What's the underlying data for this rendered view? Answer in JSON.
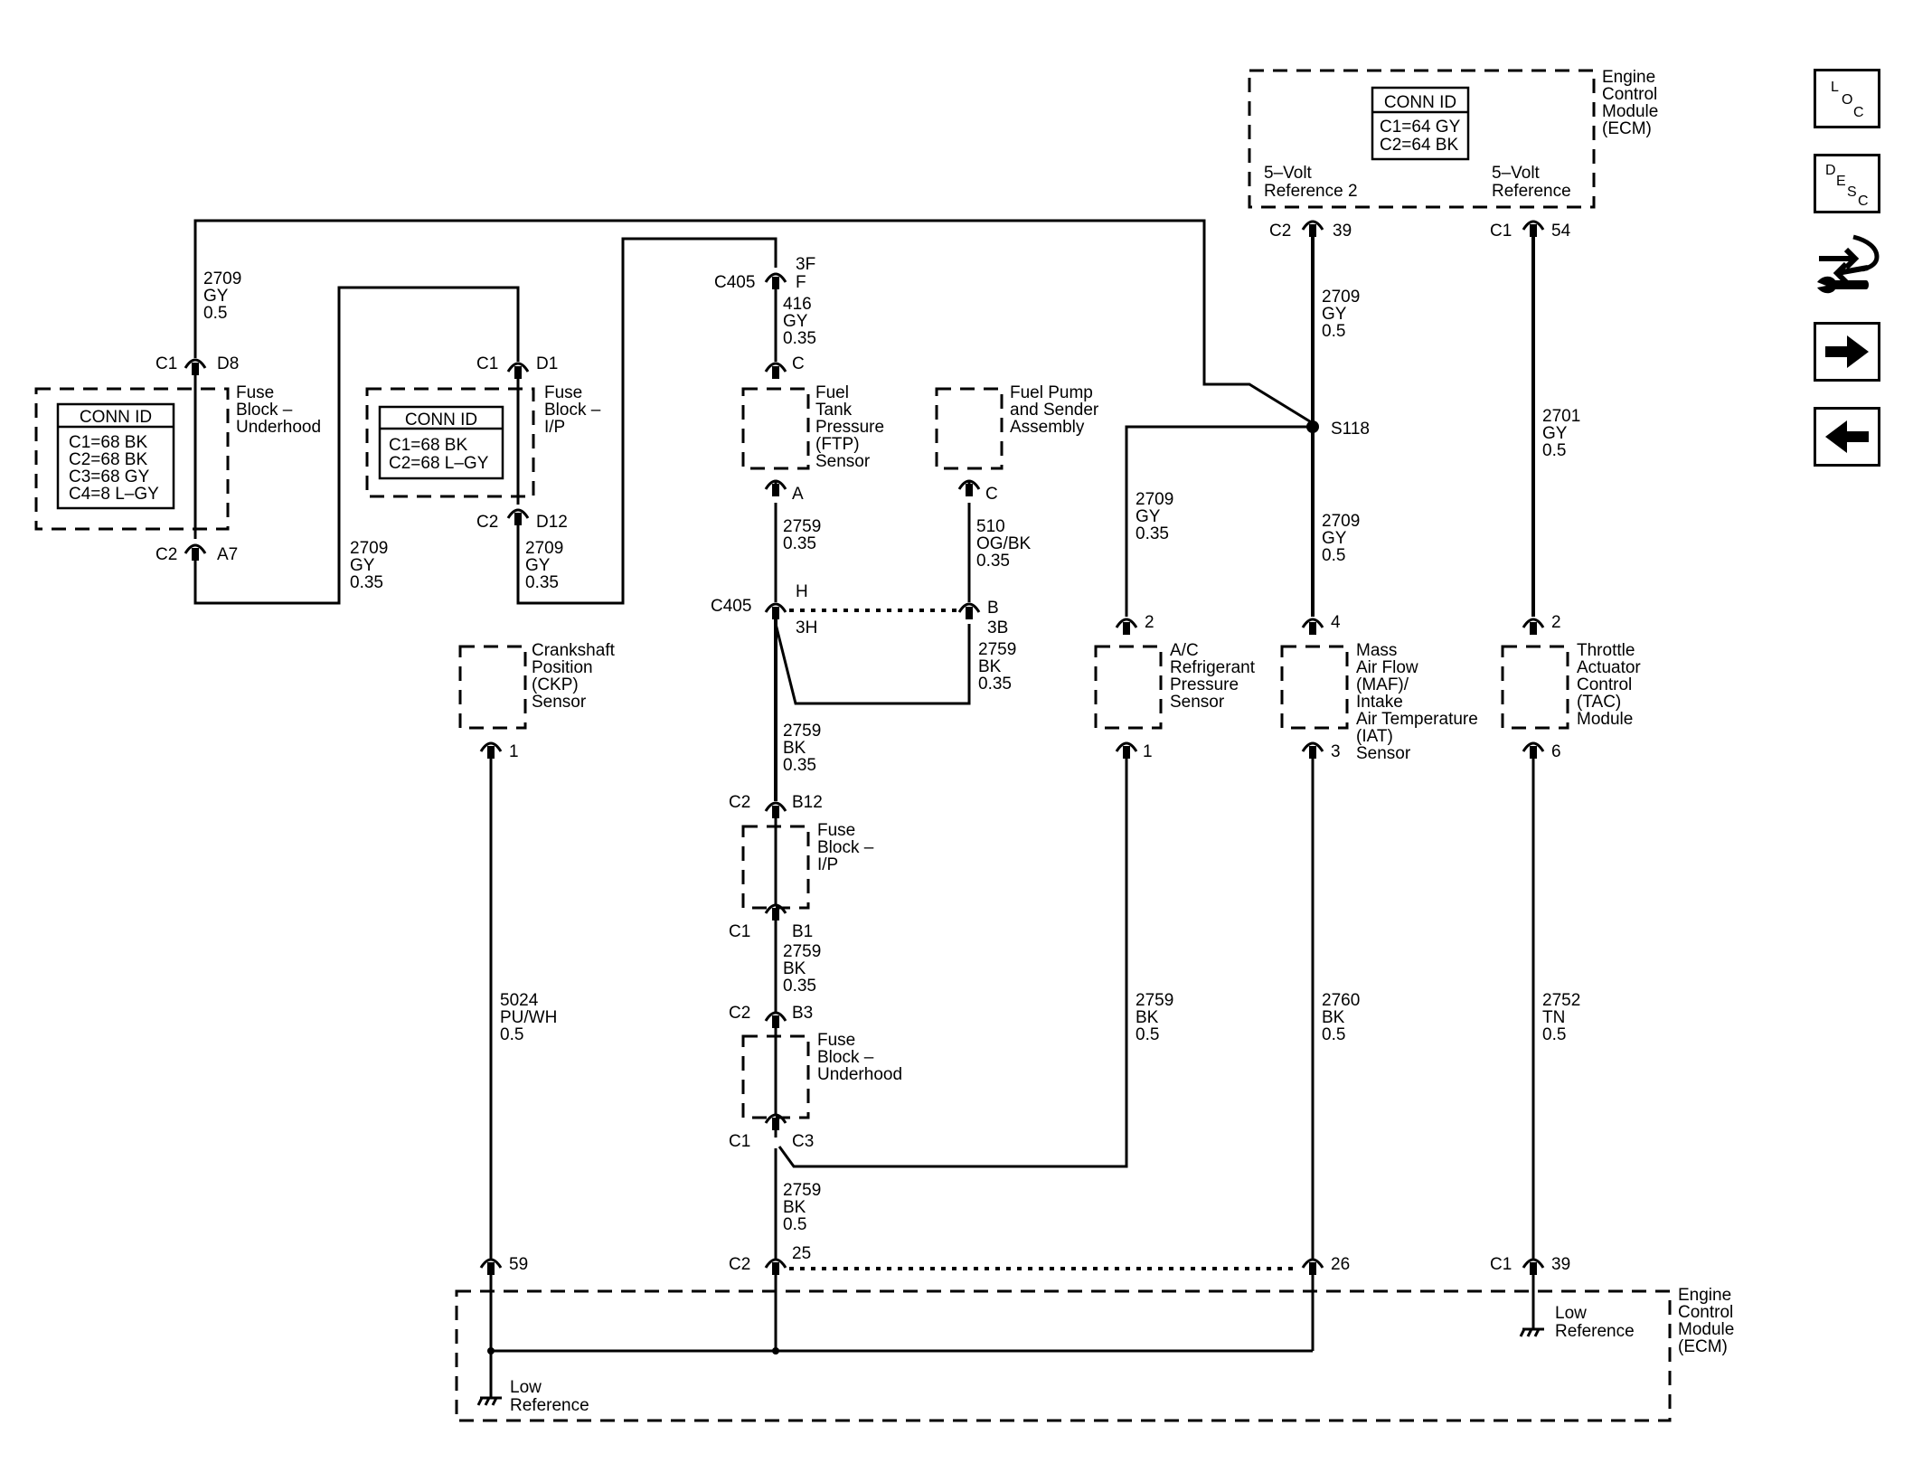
{
  "ecm_top": {
    "title": [
      "Engine",
      "Control",
      "Module",
      "(ECM)"
    ],
    "conn_id": {
      "heading": "CONN ID",
      "rows": [
        "C1=64 GY",
        "C2=64 BK"
      ]
    },
    "ref2": [
      "5–Volt",
      "Reference 2"
    ],
    "ref1": [
      "5–Volt",
      "Reference"
    ]
  },
  "ecm_bottom": {
    "title": [
      "Engine",
      "Control",
      "Module",
      "(ECM)"
    ],
    "low_ref": [
      "Low",
      "Reference"
    ]
  },
  "fuse_block_underhood": {
    "title": [
      "Fuse",
      "Block –",
      "Underhood"
    ],
    "conn_id": {
      "heading": "CONN ID",
      "rows": [
        "C1=68 BK",
        "C2=68 BK",
        "C3=68 GY",
        "C4=8 L–GY"
      ]
    }
  },
  "fuse_block_ip": {
    "title": [
      "Fuse",
      "Block –",
      "I/P"
    ],
    "conn_id": {
      "heading": "CONN ID",
      "rows": [
        "C1=68 BK",
        "C2=68 L–GY"
      ]
    }
  },
  "components": {
    "ftp": [
      "Fuel",
      "Tank",
      "Pressure",
      "(FTP)",
      "Sensor"
    ],
    "pump": [
      "Fuel Pump",
      "and Sender",
      "Assembly"
    ],
    "ckp": [
      "Crankshaft",
      "Position",
      "(CKP)",
      "Sensor"
    ],
    "ac": [
      "A/C",
      "Refrigerant",
      "Pressure",
      "Sensor"
    ],
    "maf": [
      "Mass",
      "Air Flow",
      "(MAF)/",
      "Intake",
      "Air Temperature",
      "(IAT)",
      "Sensor"
    ],
    "tac": [
      "Throttle",
      "Actuator",
      "Control",
      "(TAC)",
      "Module"
    ],
    "fb_ip_lower": [
      "Fuse",
      "Block –",
      "I/P"
    ],
    "fb_uh_lower": [
      "Fuse",
      "Block –",
      "Underhood"
    ]
  },
  "splice": "S118",
  "wires": {
    "w1": [
      "2709",
      "GY",
      "0.5"
    ],
    "w2": [
      "2709",
      "GY",
      "0.35"
    ],
    "w3": [
      "2709",
      "GY",
      "0.35"
    ],
    "w4": [
      "416",
      "GY",
      "0.35"
    ],
    "w5": [
      "2709",
      "GY",
      "0.5"
    ],
    "w6": [
      "2701",
      "GY",
      "0.5"
    ],
    "w7": [
      "2709",
      "GY",
      "0.35"
    ],
    "w8": [
      "2709",
      "GY",
      "0.5"
    ],
    "w9": [
      "2759",
      "0.35"
    ],
    "w10": [
      "510",
      "OG/BK",
      "0.35"
    ],
    "w11": [
      "2759",
      "BK",
      "0.35"
    ],
    "w12": [
      "2759",
      "BK",
      "0.35"
    ],
    "w13": [
      "2759",
      "BK",
      "0.35"
    ],
    "w14": [
      "5024",
      "PU/WH",
      "0.5"
    ],
    "w15": [
      "2759",
      "BK",
      "0.5"
    ],
    "w16": [
      "2760",
      "BK",
      "0.5"
    ],
    "w17": [
      "2752",
      "TN",
      "0.5"
    ],
    "w18": [
      "2759",
      "BK",
      "0.5"
    ]
  },
  "pins": {
    "c1_d8": [
      "C1",
      "D8"
    ],
    "c2_a7": [
      "C2",
      "A7"
    ],
    "c1_d1": [
      "C1",
      "D1"
    ],
    "c2_d12": [
      "C2",
      "D12"
    ],
    "c405_3f": [
      "C405",
      "3F",
      "F"
    ],
    "ftp_c": "C",
    "ftp_a": "A",
    "pump_c": "C",
    "c405_h": [
      "C405",
      "H",
      "3H"
    ],
    "pump_b": [
      "B",
      "3B"
    ],
    "c2_39": [
      "C2",
      "39"
    ],
    "c1_54": [
      "C1",
      "54"
    ],
    "ac_2": "2",
    "ac_1": "1",
    "maf_4": "4",
    "maf_3": "3",
    "tac_2": "2",
    "tac_6": "6",
    "ckp_1": "1",
    "c2_b12": [
      "C2",
      "B12"
    ],
    "c1_b1": [
      "C1",
      "B1"
    ],
    "c2_b3": [
      "C2",
      "B3"
    ],
    "c1_c3": [
      "C1",
      "C3"
    ],
    "ecm_59": "59",
    "ecm_c2_25": [
      "C2",
      "25"
    ],
    "ecm_26": "26",
    "ecm_c1_39": [
      "C1",
      "39"
    ]
  },
  "nav": {
    "loc": [
      "L",
      "O",
      "C"
    ],
    "desc": [
      "D",
      "E",
      "S",
      "C"
    ]
  }
}
